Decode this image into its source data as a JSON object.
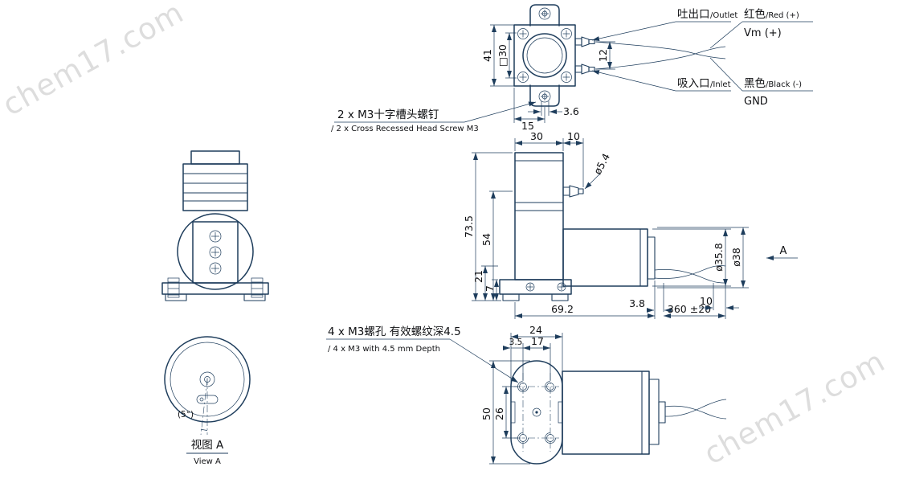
{
  "watermark": {
    "text": "chem17.com"
  },
  "notes": {
    "screw_cn": "2 x M3十字槽头螺钉",
    "screw_en": "/ 2 x Cross Recessed Head Screw M3",
    "tap_cn": "4 x M3螺孔 有效螺纹深4.5",
    "tap_en": "/ 4 x M3 with 4.5 mm Depth"
  },
  "ports": {
    "outlet_cn": "吐出口",
    "outlet_en": "/Outlet",
    "inlet_cn": "吸入口",
    "inlet_en": "/Inlet"
  },
  "wiring": {
    "red_cn": "红色",
    "red_en": "/Red (+)",
    "red_signal": "Vm (+)",
    "black_cn": "黑色",
    "black_en": "/Black (-)",
    "black_signal": "GND"
  },
  "top_view": {
    "dim_41": "41",
    "dim_square30": "□30",
    "dim_12": "12",
    "dim_3_6": "3.6",
    "dim_15": "15"
  },
  "side_view": {
    "dim_30": "30",
    "dim_10": "10",
    "dim_hole": "ø5.4",
    "dim_73_5": "73.5",
    "dim_54": "54",
    "dim_21": "21",
    "dim_7": "7",
    "dim_69_2": "69.2",
    "dim_3_8": "3.8",
    "dim_wire": "360 ±20",
    "dim_wire_end": "10",
    "dim_motor_inner": "ø35.8",
    "dim_motor_outer": "ø38",
    "view_arrow": "A"
  },
  "bottom_view": {
    "dim_24": "24",
    "dim_3_5": "3.5",
    "dim_17": "17",
    "dim_50": "50",
    "dim_26": "26"
  },
  "view_a": {
    "title_cn": "视图 A",
    "title_en": "View A",
    "angle": "(5°)"
  }
}
